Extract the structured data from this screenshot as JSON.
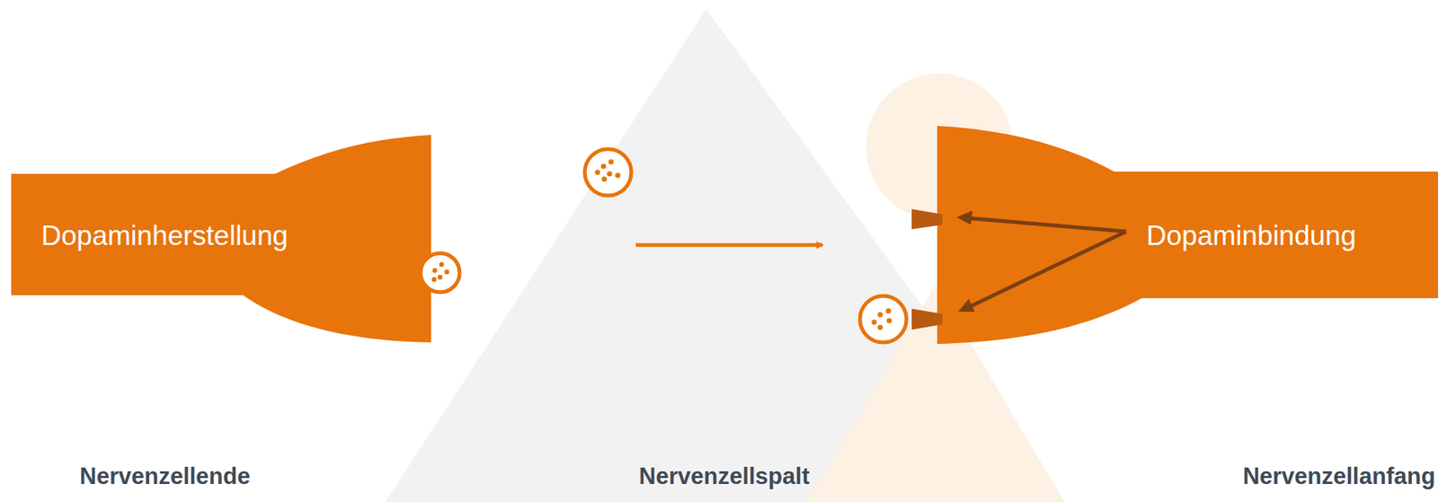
{
  "diagram": {
    "nodes": [
      {
        "text": [
          "Dopaminherstellung"
        ]
      },
      {
        "text": [
          "Dopaminbindung"
        ]
      }
    ],
    "labels": [
      "Nervenzellende",
      "Nervenzellspalt",
      "Nervenzellanfang"
    ]
  }
}
